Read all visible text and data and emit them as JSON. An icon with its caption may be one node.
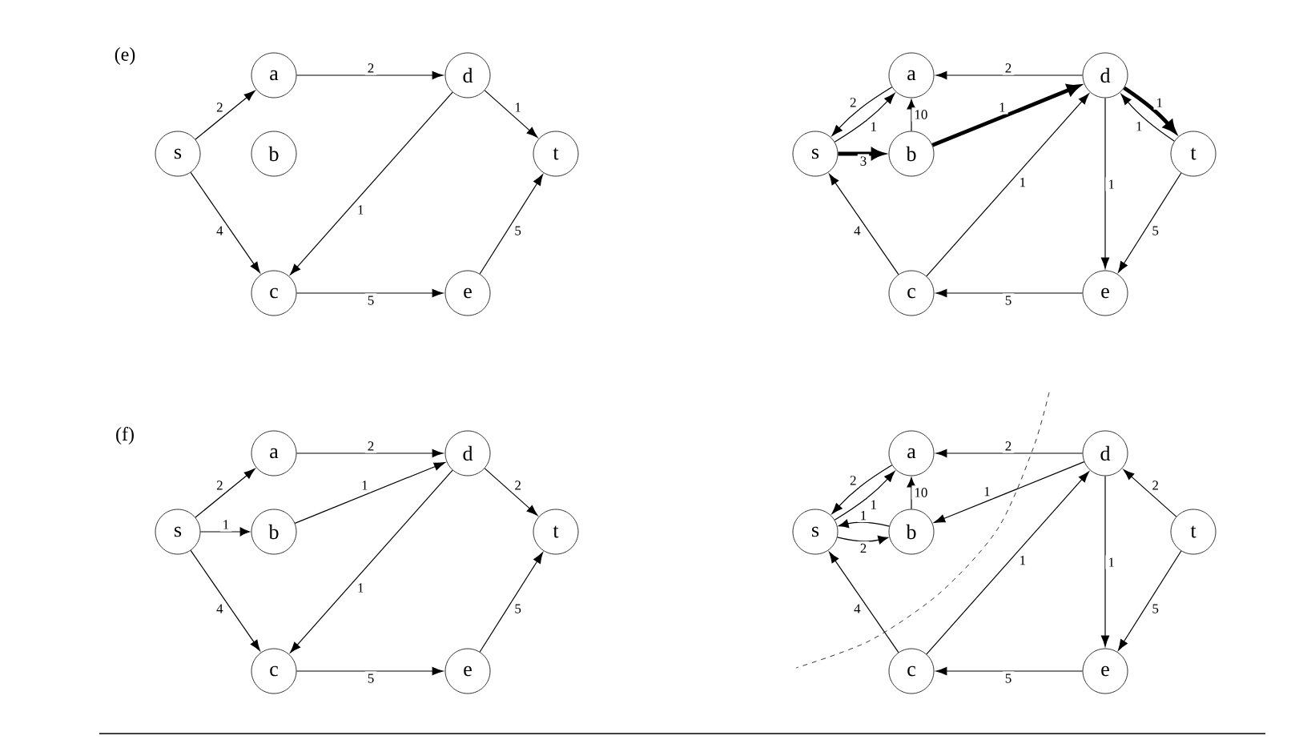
{
  "diagram": {
    "nodes": [
      {
        "text": [
          "a"
        ]
      },
      {
        "text": [
          "d"
        ]
      },
      {
        "text": [
          "s"
        ]
      },
      {
        "text": [
          "b"
        ]
      },
      {
        "text": [
          "t"
        ]
      },
      {
        "text": [
          "c"
        ]
      },
      {
        "text": [
          "e"
        ]
      },
      {
        "text": [
          "a"
        ]
      },
      {
        "text": [
          "d"
        ]
      },
      {
        "text": [
          "s"
        ]
      },
      {
        "text": [
          "b"
        ]
      },
      {
        "text": [
          "t"
        ]
      },
      {
        "text": [
          "c"
        ]
      },
      {
        "text": [
          "e"
        ]
      },
      {
        "text": [
          "a"
        ]
      },
      {
        "text": [
          "d"
        ]
      },
      {
        "text": [
          "s"
        ]
      },
      {
        "text": [
          "b"
        ]
      },
      {
        "text": [
          "t"
        ]
      },
      {
        "text": [
          "c"
        ]
      },
      {
        "text": [
          "e"
        ]
      },
      {
        "text": [
          "a"
        ]
      },
      {
        "text": [
          "d"
        ]
      },
      {
        "text": [
          "s"
        ]
      },
      {
        "text": [
          "b"
        ]
      },
      {
        "text": [
          "t"
        ]
      },
      {
        "text": [
          "c"
        ]
      },
      {
        "text": [
          "e"
        ]
      }
    ],
    "edges": [
      {
        "from": 2,
        "to": 0,
        "arrow": "to",
        "label": "2"
      },
      {
        "from": 0,
        "to": 1,
        "arrow": "to",
        "label": "2"
      },
      {
        "from": 1,
        "to": 4,
        "arrow": "to",
        "label": "1"
      },
      {
        "from": 2,
        "to": 5,
        "arrow": "to",
        "label": "4"
      },
      {
        "from": 1,
        "to": 5,
        "arrow": "to",
        "label": "1"
      },
      {
        "from": 5,
        "to": 6,
        "arrow": "to",
        "label": "5"
      },
      {
        "from": 6,
        "to": 4,
        "arrow": "to",
        "label": "5"
      },
      {
        "from": 8,
        "to": 7,
        "arrow": "to",
        "label": "2"
      },
      {
        "from": 7,
        "to": 9,
        "arrow": "to",
        "label": "2"
      },
      {
        "from": 9,
        "to": 7,
        "arrow": "to",
        "label": "1"
      },
      {
        "from": 10,
        "to": 7,
        "arrow": "to",
        "label": "10"
      },
      {
        "from": 9,
        "to": 10,
        "arrow": "to",
        "label": "3",
        "style": "thick"
      },
      {
        "from": 10,
        "to": 8,
        "arrow": "to",
        "label": "1",
        "style": "thick"
      },
      {
        "from": 8,
        "to": 11,
        "arrow": "to",
        "label": "1",
        "style": "thick"
      },
      {
        "from": 11,
        "to": 8,
        "arrow": "to",
        "label": "1"
      },
      {
        "from": 8,
        "to": 13,
        "arrow": "to",
        "label": "1"
      },
      {
        "from": 11,
        "to": 13,
        "arrow": "to",
        "label": "5"
      },
      {
        "from": 13,
        "to": 12,
        "arrow": "to",
        "label": "5"
      },
      {
        "from": 12,
        "to": 9,
        "arrow": "to",
        "label": "4"
      },
      {
        "from": 12,
        "to": 8,
        "arrow": "to",
        "label": "1"
      },
      {
        "from": 16,
        "to": 14,
        "arrow": "to",
        "label": "2"
      },
      {
        "from": 16,
        "to": 17,
        "arrow": "to",
        "label": "1"
      },
      {
        "from": 16,
        "to": 19,
        "arrow": "to",
        "label": "4"
      },
      {
        "from": 14,
        "to": 15,
        "arrow": "to",
        "label": "2"
      },
      {
        "from": 17,
        "to": 15,
        "arrow": "to",
        "label": "1"
      },
      {
        "from": 15,
        "to": 19,
        "arrow": "to",
        "label": "1"
      },
      {
        "from": 15,
        "to": 18,
        "arrow": "to",
        "label": "2"
      },
      {
        "from": 19,
        "to": 20,
        "arrow": "to",
        "label": "5"
      },
      {
        "from": 20,
        "to": 18,
        "arrow": "to",
        "label": "5"
      },
      {
        "from": 22,
        "to": 21,
        "arrow": "to",
        "label": "2"
      },
      {
        "from": 21,
        "to": 23,
        "arrow": "to",
        "label": "2"
      },
      {
        "from": 23,
        "to": 21,
        "arrow": "to",
        "label": "1"
      },
      {
        "from": 24,
        "to": 21,
        "arrow": "to",
        "label": "10"
      },
      {
        "from": 22,
        "to": 24,
        "arrow": "to",
        "label": "1"
      },
      {
        "from": 24,
        "to": 23,
        "arrow": "to",
        "label": "1"
      },
      {
        "from": 23,
        "to": 24,
        "arrow": "to",
        "label": "2"
      },
      {
        "from": 26,
        "to": 22,
        "arrow": "to",
        "label": "1"
      },
      {
        "from": 26,
        "to": 23,
        "arrow": "to",
        "label": "4"
      },
      {
        "from": 22,
        "to": 27,
        "arrow": "to",
        "label": "1"
      },
      {
        "from": 25,
        "to": 22,
        "arrow": "to",
        "label": "2"
      },
      {
        "from": 25,
        "to": 27,
        "arrow": "to",
        "label": "5"
      },
      {
        "from": 27,
        "to": 26,
        "arrow": "to",
        "label": "5"
      }
    ],
    "labels": [
      "(e)",
      "(f)"
    ]
  }
}
